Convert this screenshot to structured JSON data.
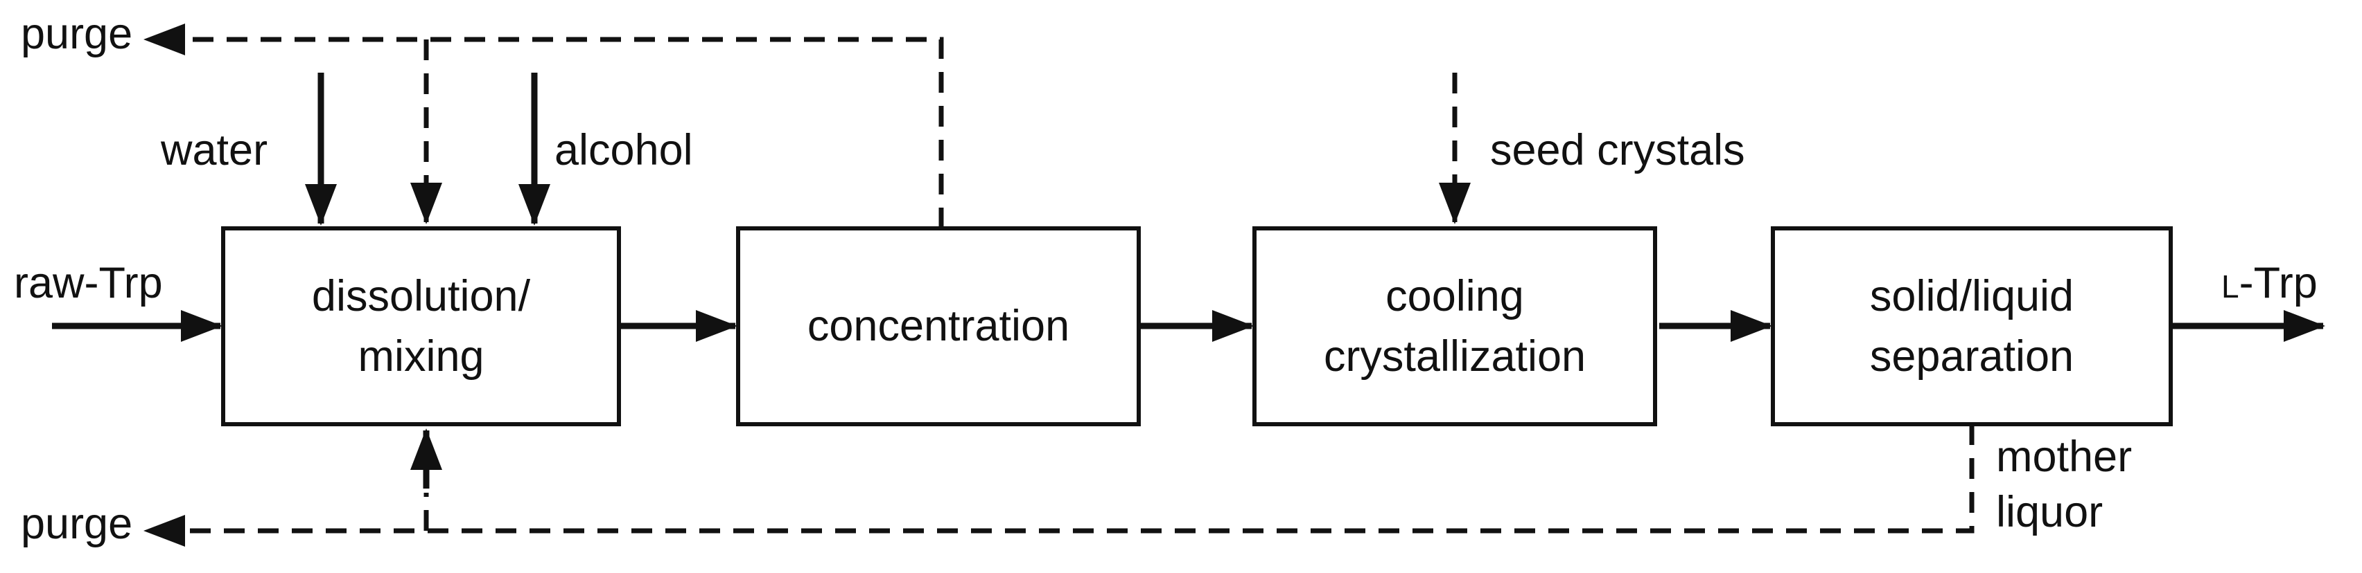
{
  "diagram": {
    "type": "process-flow-diagram",
    "background_color": "#ffffff",
    "line_color": "#111111",
    "boxes": [
      {
        "id": "dissolution-mixing",
        "label": "dissolution/\nmixing"
      },
      {
        "id": "concentration",
        "label": "concentration"
      },
      {
        "id": "cooling-crystallization",
        "label": "cooling\ncrystallization"
      },
      {
        "id": "solid-liquid-separation",
        "label": "solid/liquid\nseparation"
      }
    ],
    "streams": {
      "purge_top": "purge",
      "purge_bottom": "purge",
      "water": "water",
      "alcohol": "alcohol",
      "raw_trp": "raw-Trp",
      "seed_crystals": "seed crystals",
      "l_trp_prefix": "L",
      "l_trp_suffix": "-Trp",
      "mother_liquor": "mother\nliquor"
    }
  }
}
